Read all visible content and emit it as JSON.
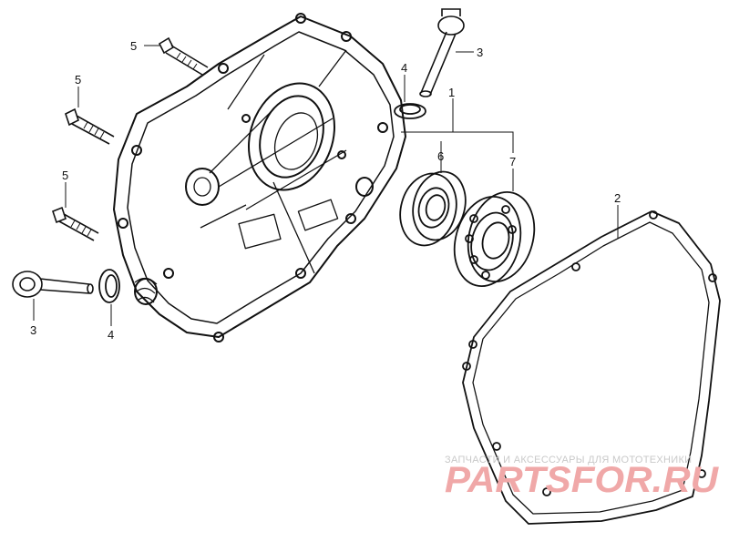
{
  "callouts": {
    "c1": "1",
    "c2": "2",
    "c3_top": "3",
    "c3_bottom": "3",
    "c4_top": "4",
    "c4_bottom": "4",
    "c5_a": "5",
    "c5_b": "5",
    "c5_c": "5",
    "c6": "6",
    "c7": "7"
  },
  "watermark": {
    "tagline": "ЗАПЧАСТИ И АКСЕССУАРЫ ДЛЯ МОТОТЕХНИКИ",
    "logo": "PARTSFOR.RU"
  },
  "colors": {
    "ink": "#111111",
    "watermark_gray": "#c9c9c9",
    "watermark_red": "#f0a8a8"
  }
}
